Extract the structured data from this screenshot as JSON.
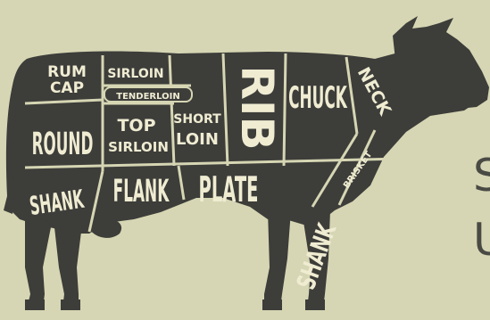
{
  "colors": {
    "background": "#d6d6b4",
    "silhouette": "#3d3d3a",
    "cut_label": "#efecd2",
    "side_text": "#4a4a45"
  },
  "cuts": {
    "rum_cap_line1": "RUM",
    "rum_cap_line2": "CAP",
    "sirloin": "SIRLOIN",
    "tenderloin": "TENDERLOIN",
    "round": "ROUND",
    "top_sirloin_line1": "TOP",
    "top_sirloin_line2": "SIRLOIN",
    "short_loin_line1": "SHORT",
    "short_loin_line2": "LOIN",
    "rib": "RIB",
    "chuck": "CHUCK",
    "neck": "NECK",
    "shank_hind": "SHANK",
    "flank": "FLANK",
    "plate": "PLATE",
    "shank_fore": "SHANK",
    "brisket": "BRISKET"
  },
  "side_text": {
    "line1": "S",
    "line2": "U"
  }
}
